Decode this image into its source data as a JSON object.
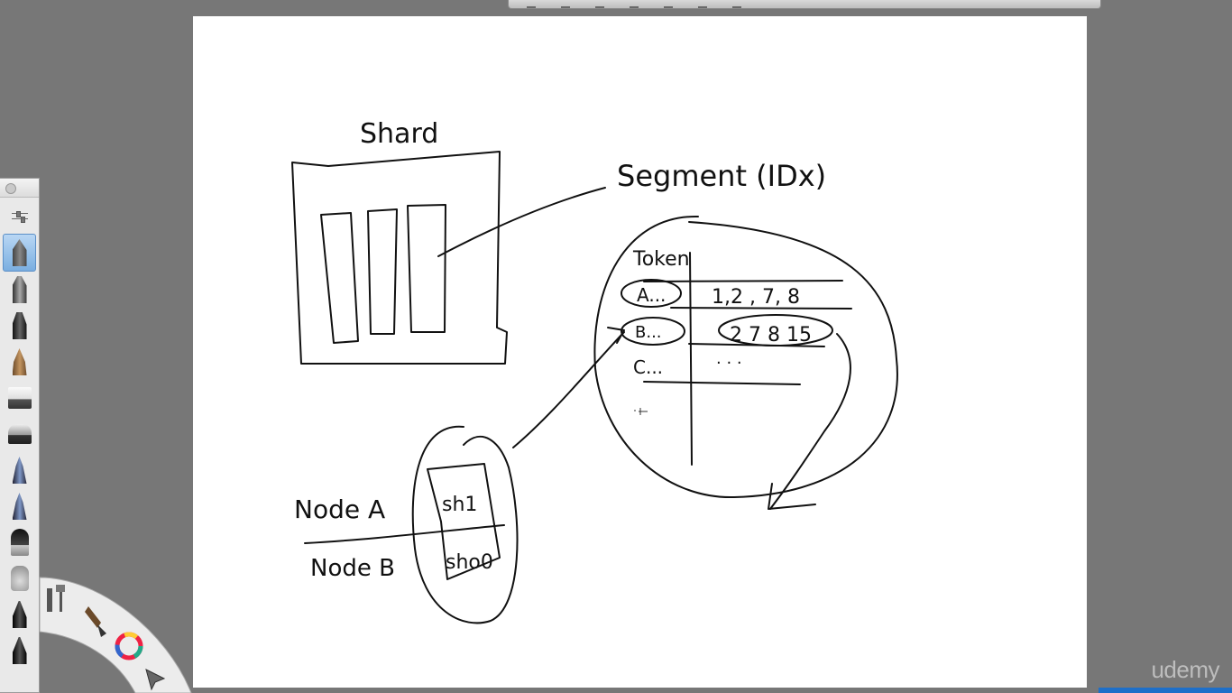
{
  "app": {
    "watermark": "udemy"
  },
  "toolbar": {
    "icons": [
      "pointer-icon",
      "pen-icon",
      "shape-icon",
      "ruler-icon",
      "layer-icon",
      "color-icon",
      "settings-icon"
    ]
  },
  "palette": {
    "tools": [
      {
        "name": "brush-properties-icon",
        "type": "sliders"
      },
      {
        "name": "pencil-icon",
        "type": "pencil",
        "active": true
      },
      {
        "name": "marker-icon",
        "type": "marker"
      },
      {
        "name": "felt-pen-icon",
        "type": "felt"
      },
      {
        "name": "paintbrush-icon",
        "type": "brush"
      },
      {
        "name": "eraser-icon",
        "type": "eraser"
      },
      {
        "name": "soft-eraser-icon",
        "type": "blender"
      },
      {
        "name": "ballpoint-pen-icon",
        "type": "pen-blue"
      },
      {
        "name": "airbrush-icon",
        "type": "pen-blue"
      },
      {
        "name": "paint-brush-icon",
        "type": "fat-brush"
      },
      {
        "name": "smudge-icon",
        "type": "hand"
      },
      {
        "name": "ink-pen-icon",
        "type": "ink"
      },
      {
        "name": "fine-pen-icon",
        "type": "ink"
      }
    ]
  },
  "drawing": {
    "shard_label": "Shard",
    "segment_label": "Segment (IDx)",
    "token_label": "Token",
    "row_a": "A...",
    "row_a_values": "1,2 , 7, 8",
    "row_b": "B...",
    "row_b_values": "2 7 8 15",
    "row_c": "C...",
    "row_c_values": ". . .",
    "node_a_label": "Node A",
    "node_b_label": "Node B",
    "sh1_label": "sh1",
    "sh0_label": "sho0"
  }
}
